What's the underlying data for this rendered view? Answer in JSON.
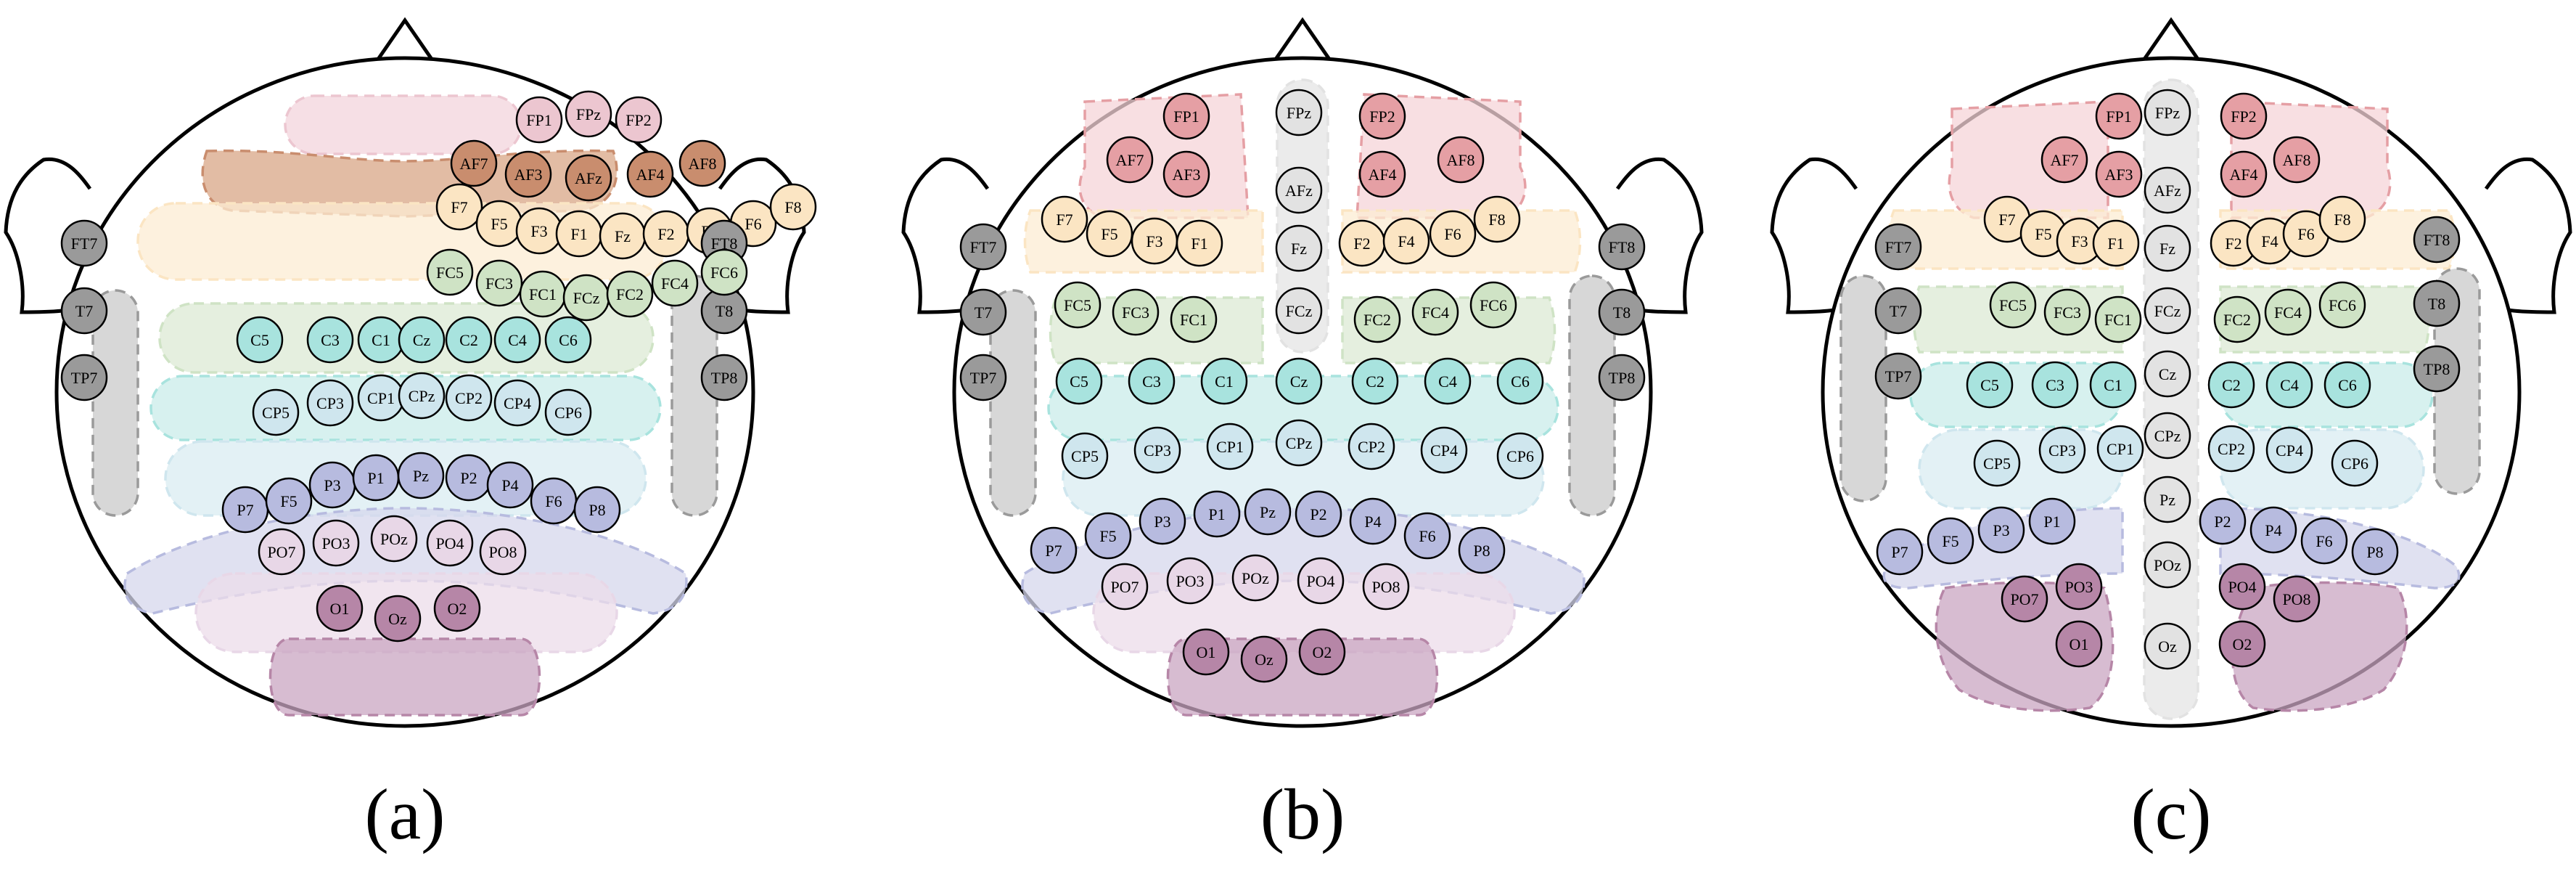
{
  "colors": {
    "stroke": "#000000",
    "fp": {
      "fill": "#f3d4dc",
      "elec": "#ecc6d0"
    },
    "af": {
      "fill": "#d8a686",
      "elec": "#c98d6e"
    },
    "fr": {
      "fill": "#fcecd3",
      "elec": "#fbe5c3"
    },
    "temp": {
      "fill": "#c9c9c9",
      "elec": "#9a9a9a"
    },
    "fc": {
      "fill": "#dcead4",
      "elec": "#cfe3c5"
    },
    "c": {
      "fill": "#c9ecea",
      "elec": "#a8e3de"
    },
    "cp": {
      "fill": "#d9ecf1",
      "elec": "#cfe6ee"
    },
    "p": {
      "fill": "#d6d7ec",
      "elec": "#b7bbdf"
    },
    "po": {
      "fill": "#ecdcea",
      "elec": "#e8d7e7"
    },
    "o": {
      "fill": "#c9a6c1",
      "elec": "#b686a7"
    },
    "fpb": {
      "fill": "#f5d4d8",
      "elec": "#e59fa4"
    },
    "mid": {
      "fill": "#e4e4e4",
      "elec": "#e2e2e2"
    }
  },
  "panels": [
    {
      "caption": "(a)",
      "electrodes": [
        {
          "label": "FP1",
          "g": "fp"
        },
        {
          "label": "FPz",
          "g": "fp"
        },
        {
          "label": "FP2",
          "g": "fp"
        },
        {
          "label": "AF7",
          "g": "af"
        },
        {
          "label": "AF3",
          "g": "af"
        },
        {
          "label": "AFz",
          "g": "af"
        },
        {
          "label": "AF4",
          "g": "af"
        },
        {
          "label": "AF8",
          "g": "af"
        },
        {
          "label": "F7",
          "g": "fr"
        },
        {
          "label": "F5",
          "g": "fr"
        },
        {
          "label": "F3",
          "g": "fr"
        },
        {
          "label": "F1",
          "g": "fr"
        },
        {
          "label": "Fz",
          "g": "fr"
        },
        {
          "label": "F2",
          "g": "fr"
        },
        {
          "label": "F4",
          "g": "fr"
        },
        {
          "label": "F6",
          "g": "fr"
        },
        {
          "label": "F8",
          "g": "fr"
        },
        {
          "label": "FT7",
          "g": "temp"
        },
        {
          "label": "T7",
          "g": "temp"
        },
        {
          "label": "TP7",
          "g": "temp"
        },
        {
          "label": "FT8",
          "g": "temp"
        },
        {
          "label": "T8",
          "g": "temp"
        },
        {
          "label": "TP8",
          "g": "temp"
        },
        {
          "label": "FC5",
          "g": "fc"
        },
        {
          "label": "FC3",
          "g": "fc"
        },
        {
          "label": "FC1",
          "g": "fc"
        },
        {
          "label": "FCz",
          "g": "fc"
        },
        {
          "label": "FC2",
          "g": "fc"
        },
        {
          "label": "FC4",
          "g": "fc"
        },
        {
          "label": "FC6",
          "g": "fc"
        },
        {
          "label": "C5",
          "g": "c"
        },
        {
          "label": "C3",
          "g": "c"
        },
        {
          "label": "C1",
          "g": "c"
        },
        {
          "label": "Cz",
          "g": "c"
        },
        {
          "label": "C2",
          "g": "c"
        },
        {
          "label": "C4",
          "g": "c"
        },
        {
          "label": "C6",
          "g": "c"
        },
        {
          "label": "CP5",
          "g": "cp"
        },
        {
          "label": "CP3",
          "g": "cp"
        },
        {
          "label": "CP1",
          "g": "cp"
        },
        {
          "label": "CPz",
          "g": "cp"
        },
        {
          "label": "CP2",
          "g": "cp"
        },
        {
          "label": "CP4",
          "g": "cp"
        },
        {
          "label": "CP6",
          "g": "cp"
        },
        {
          "label": "P7",
          "g": "p"
        },
        {
          "label": "F5",
          "g": "p"
        },
        {
          "label": "P3",
          "g": "p"
        },
        {
          "label": "P1",
          "g": "p"
        },
        {
          "label": "Pz",
          "g": "p"
        },
        {
          "label": "P2",
          "g": "p"
        },
        {
          "label": "P4",
          "g": "p"
        },
        {
          "label": "F6",
          "g": "p"
        },
        {
          "label": "P8",
          "g": "p"
        },
        {
          "label": "PO7",
          "g": "po"
        },
        {
          "label": "PO3",
          "g": "po"
        },
        {
          "label": "POz",
          "g": "po"
        },
        {
          "label": "PO4",
          "g": "po"
        },
        {
          "label": "PO8",
          "g": "po"
        },
        {
          "label": "O1",
          "g": "o"
        },
        {
          "label": "Oz",
          "g": "o"
        },
        {
          "label": "O2",
          "g": "o"
        }
      ]
    },
    {
      "caption": "(b)",
      "electrodes": [
        {
          "label": "FP1",
          "g": "fpb"
        },
        {
          "label": "AF7",
          "g": "fpb"
        },
        {
          "label": "AF3",
          "g": "fpb"
        },
        {
          "label": "FP2",
          "g": "fpb"
        },
        {
          "label": "AF4",
          "g": "fpb"
        },
        {
          "label": "AF8",
          "g": "fpb"
        },
        {
          "label": "FPz",
          "g": "mid"
        },
        {
          "label": "AFz",
          "g": "mid"
        },
        {
          "label": "Fz",
          "g": "mid"
        },
        {
          "label": "FCz",
          "g": "mid"
        },
        {
          "label": "F7",
          "g": "fr"
        },
        {
          "label": "F5",
          "g": "fr"
        },
        {
          "label": "F3",
          "g": "fr"
        },
        {
          "label": "F1",
          "g": "fr"
        },
        {
          "label": "F2",
          "g": "fr"
        },
        {
          "label": "F4",
          "g": "fr"
        },
        {
          "label": "F6",
          "g": "fr"
        },
        {
          "label": "F8",
          "g": "fr"
        },
        {
          "label": "FT7",
          "g": "temp"
        },
        {
          "label": "T7",
          "g": "temp"
        },
        {
          "label": "TP7",
          "g": "temp"
        },
        {
          "label": "FT8",
          "g": "temp"
        },
        {
          "label": "T8",
          "g": "temp"
        },
        {
          "label": "TP8",
          "g": "temp"
        },
        {
          "label": "FC5",
          "g": "fc"
        },
        {
          "label": "FC3",
          "g": "fc"
        },
        {
          "label": "FC1",
          "g": "fc"
        },
        {
          "label": "FC2",
          "g": "fc"
        },
        {
          "label": "FC4",
          "g": "fc"
        },
        {
          "label": "FC6",
          "g": "fc"
        },
        {
          "label": "C5",
          "g": "c"
        },
        {
          "label": "C3",
          "g": "c"
        },
        {
          "label": "C1",
          "g": "c"
        },
        {
          "label": "Cz",
          "g": "c"
        },
        {
          "label": "C2",
          "g": "c"
        },
        {
          "label": "C4",
          "g": "c"
        },
        {
          "label": "C6",
          "g": "c"
        },
        {
          "label": "CP5",
          "g": "cp"
        },
        {
          "label": "CP3",
          "g": "cp"
        },
        {
          "label": "CP1",
          "g": "cp"
        },
        {
          "label": "CPz",
          "g": "cp"
        },
        {
          "label": "CP2",
          "g": "cp"
        },
        {
          "label": "CP4",
          "g": "cp"
        },
        {
          "label": "CP6",
          "g": "cp"
        },
        {
          "label": "P7",
          "g": "p"
        },
        {
          "label": "F5",
          "g": "p"
        },
        {
          "label": "P3",
          "g": "p"
        },
        {
          "label": "P1",
          "g": "p"
        },
        {
          "label": "Pz",
          "g": "p"
        },
        {
          "label": "P2",
          "g": "p"
        },
        {
          "label": "P4",
          "g": "p"
        },
        {
          "label": "F6",
          "g": "p"
        },
        {
          "label": "P8",
          "g": "p"
        },
        {
          "label": "PO7",
          "g": "po"
        },
        {
          "label": "PO3",
          "g": "po"
        },
        {
          "label": "POz",
          "g": "po"
        },
        {
          "label": "PO4",
          "g": "po"
        },
        {
          "label": "PO8",
          "g": "po"
        },
        {
          "label": "O1",
          "g": "o"
        },
        {
          "label": "Oz",
          "g": "o"
        },
        {
          "label": "O2",
          "g": "o"
        }
      ]
    },
    {
      "caption": "(c)",
      "electrodes": [
        {
          "label": "FP1",
          "g": "fpb"
        },
        {
          "label": "AF7",
          "g": "fpb"
        },
        {
          "label": "AF3",
          "g": "fpb"
        },
        {
          "label": "FP2",
          "g": "fpb"
        },
        {
          "label": "AF4",
          "g": "fpb"
        },
        {
          "label": "AF8",
          "g": "fpb"
        },
        {
          "label": "FPz",
          "g": "mid"
        },
        {
          "label": "AFz",
          "g": "mid"
        },
        {
          "label": "Fz",
          "g": "mid"
        },
        {
          "label": "FCz",
          "g": "mid"
        },
        {
          "label": "Cz",
          "g": "mid"
        },
        {
          "label": "CPz",
          "g": "mid"
        },
        {
          "label": "Pz",
          "g": "mid"
        },
        {
          "label": "POz",
          "g": "mid"
        },
        {
          "label": "Oz",
          "g": "mid"
        },
        {
          "label": "F7",
          "g": "fr"
        },
        {
          "label": "F5",
          "g": "fr"
        },
        {
          "label": "F3",
          "g": "fr"
        },
        {
          "label": "F1",
          "g": "fr"
        },
        {
          "label": "F2",
          "g": "fr"
        },
        {
          "label": "F4",
          "g": "fr"
        },
        {
          "label": "F6",
          "g": "fr"
        },
        {
          "label": "F8",
          "g": "fr"
        },
        {
          "label": "FT7",
          "g": "temp"
        },
        {
          "label": "T7",
          "g": "temp"
        },
        {
          "label": "TP7",
          "g": "temp"
        },
        {
          "label": "FT8",
          "g": "temp"
        },
        {
          "label": "T8",
          "g": "temp"
        },
        {
          "label": "TP8",
          "g": "temp"
        },
        {
          "label": "FC5",
          "g": "fc"
        },
        {
          "label": "FC3",
          "g": "fc"
        },
        {
          "label": "FC1",
          "g": "fc"
        },
        {
          "label": "FC2",
          "g": "fc"
        },
        {
          "label": "FC4",
          "g": "fc"
        },
        {
          "label": "FC6",
          "g": "fc"
        },
        {
          "label": "C5",
          "g": "c"
        },
        {
          "label": "C3",
          "g": "c"
        },
        {
          "label": "C1",
          "g": "c"
        },
        {
          "label": "C2",
          "g": "c"
        },
        {
          "label": "C4",
          "g": "c"
        },
        {
          "label": "C6",
          "g": "c"
        },
        {
          "label": "CP5",
          "g": "cp"
        },
        {
          "label": "CP3",
          "g": "cp"
        },
        {
          "label": "CP1",
          "g": "cp"
        },
        {
          "label": "CP2",
          "g": "cp"
        },
        {
          "label": "CP4",
          "g": "cp"
        },
        {
          "label": "CP6",
          "g": "cp"
        },
        {
          "label": "P7",
          "g": "p"
        },
        {
          "label": "F5",
          "g": "p"
        },
        {
          "label": "P3",
          "g": "p"
        },
        {
          "label": "P1",
          "g": "p"
        },
        {
          "label": "P2",
          "g": "p"
        },
        {
          "label": "P4",
          "g": "p"
        },
        {
          "label": "F6",
          "g": "p"
        },
        {
          "label": "P8",
          "g": "p"
        },
        {
          "label": "PO7",
          "g": "o"
        },
        {
          "label": "PO3",
          "g": "o"
        },
        {
          "label": "O1",
          "g": "o"
        },
        {
          "label": "PO4",
          "g": "o"
        },
        {
          "label": "PO8",
          "g": "o"
        },
        {
          "label": "O2",
          "g": "o"
        }
      ]
    }
  ]
}
